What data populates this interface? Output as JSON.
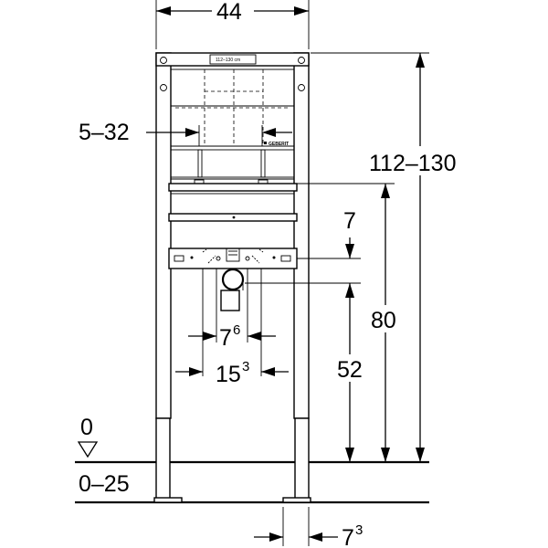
{
  "labels": {
    "width_top": "44",
    "depth_range": "5–32",
    "total_height": "112–130",
    "gap_7": "7",
    "height_80": "80",
    "height_52": "52",
    "spacing_7_6": {
      "main": "7",
      "sup": "6"
    },
    "spacing_15_3": {
      "main": "15",
      "sup": "3"
    },
    "floor_zero": "0",
    "floor_range": "0–25",
    "foot_7_3": {
      "main": "7",
      "sup": "3"
    }
  },
  "frame": {
    "plate_text": "112–130 cm",
    "brand": "GEBERIT"
  }
}
